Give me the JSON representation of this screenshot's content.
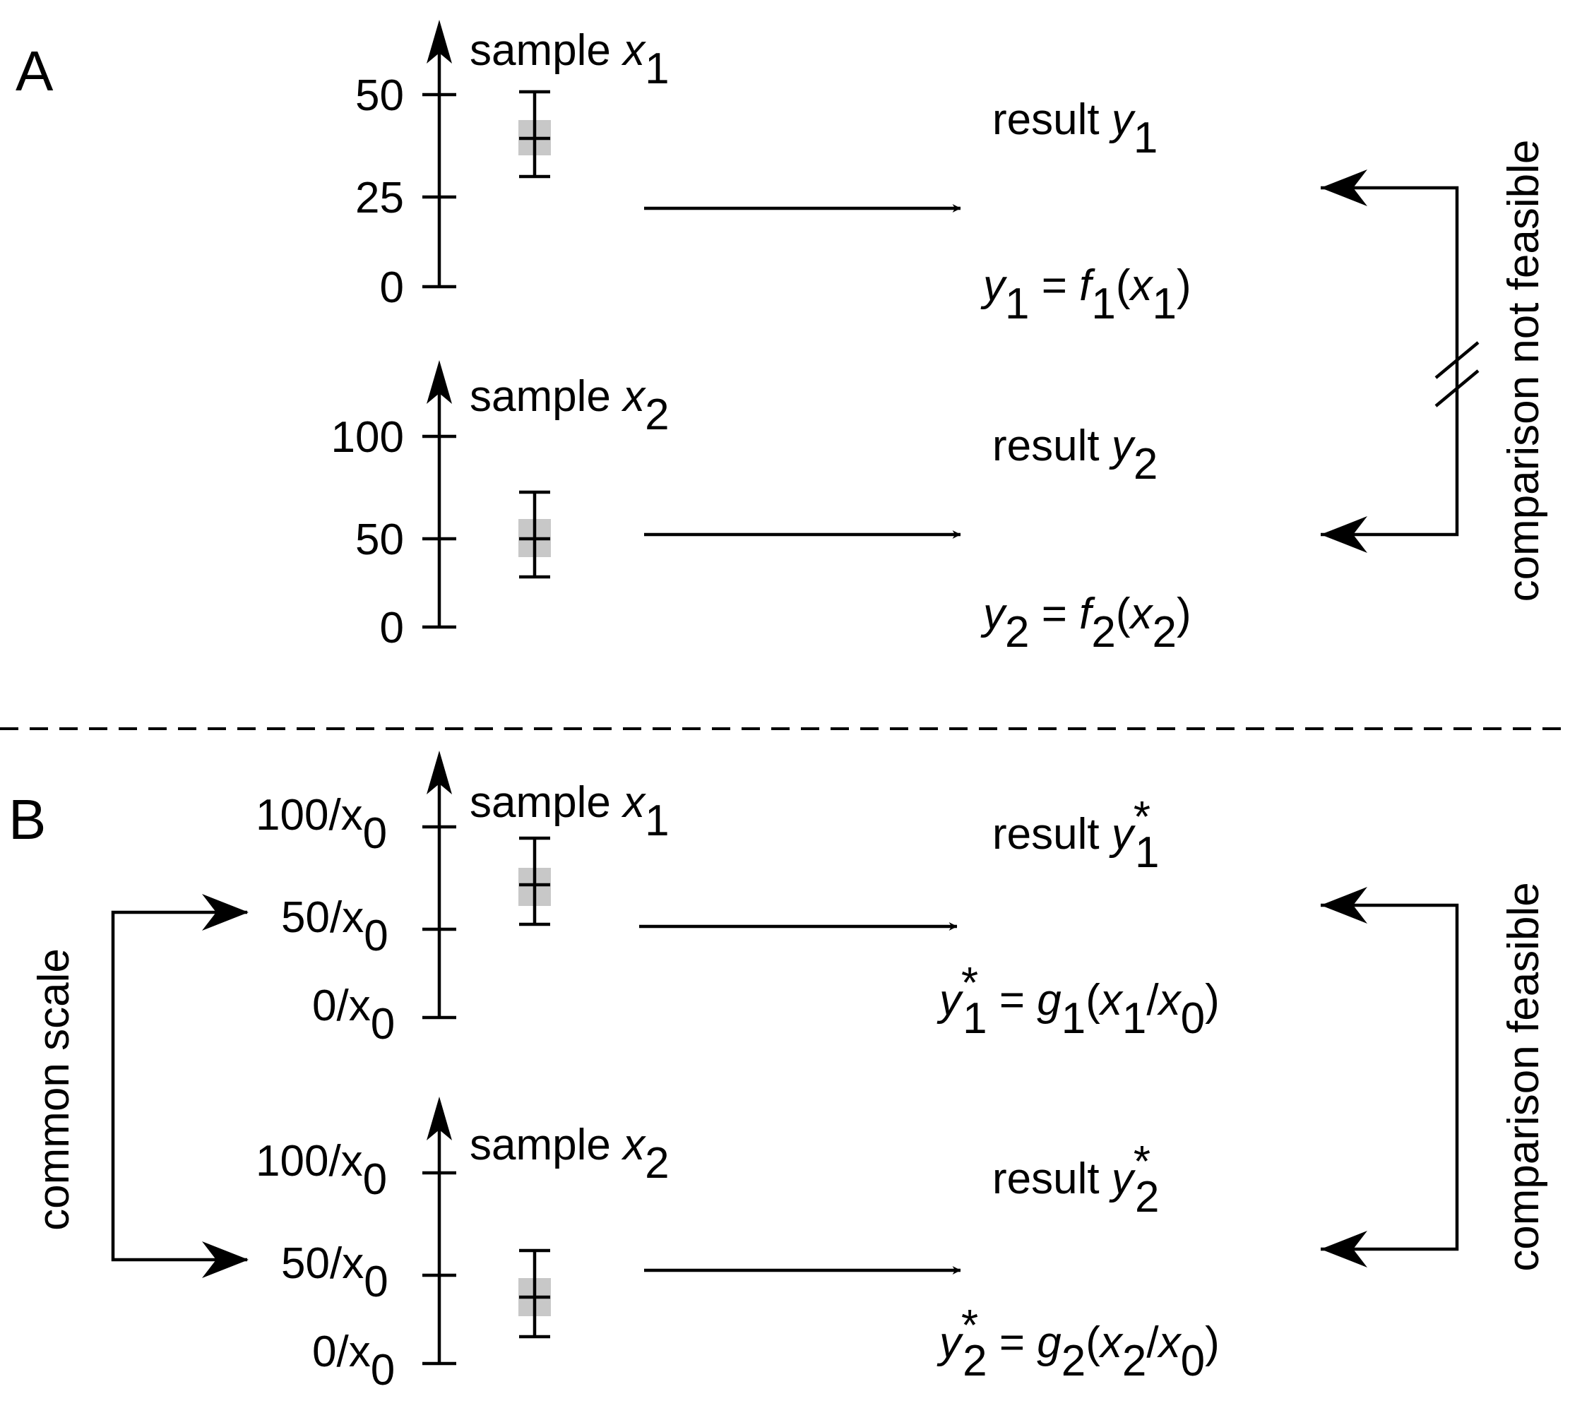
{
  "panels": {
    "a": {
      "letter": "A",
      "samples": [
        {
          "label": "sample ",
          "var": "x",
          "sub": "1",
          "ticks": [
            "50",
            "25",
            "0"
          ],
          "result_label": "result ",
          "result_var": "y",
          "result_sub": "1",
          "equation": {
            "lhs": "y",
            "lhs_sub": "1",
            "eq": " = ",
            "f": "f",
            "f_sub": "1",
            "open": "(",
            "arg": "x",
            "arg_sub": "1",
            "close": ")"
          }
        },
        {
          "label": "sample ",
          "var": "x",
          "sub": "2",
          "ticks": [
            "100",
            "50",
            "0"
          ],
          "result_label": "result ",
          "result_var": "y",
          "result_sub": "2",
          "equation": {
            "lhs": "y",
            "lhs_sub": "2",
            "eq": " = ",
            "f": "f",
            "f_sub": "2",
            "open": "(",
            "arg": "x",
            "arg_sub": "2",
            "close": ")"
          }
        }
      ],
      "comparison": "comparison not feasible"
    },
    "b": {
      "letter": "B",
      "samples": [
        {
          "label": "sample ",
          "var": "x",
          "sub": "1",
          "ticks": [
            {
              "n": "100/x",
              "s": "0"
            },
            {
              "n": "50/x",
              "s": "0"
            },
            {
              "n": "0/x",
              "s": "0"
            }
          ],
          "result_label": "result ",
          "result_var": "y",
          "result_sup": "*",
          "result_sub": "1",
          "equation": {
            "lhs": "y",
            "lhs_sup": "*",
            "lhs_sub": "1",
            "eq": " = ",
            "g": "g",
            "g_sub": "1",
            "open": "(",
            "arg": "x",
            "arg_sub": "1",
            "slash": "/",
            "arg2": "x",
            "arg2_sub": "0",
            "close": ")"
          }
        },
        {
          "label": "sample ",
          "var": "x",
          "sub": "2",
          "ticks": [
            {
              "n": "100/x",
              "s": "0"
            },
            {
              "n": "50/x",
              "s": "0"
            },
            {
              "n": "0/x",
              "s": "0"
            }
          ],
          "result_label": "result ",
          "result_var": "y",
          "result_sup": "*",
          "result_sub": "2",
          "equation": {
            "lhs": "y",
            "lhs_sup": "*",
            "lhs_sub": "2",
            "eq": " = ",
            "g": "g",
            "g_sub": "2",
            "open": "(",
            "arg": "x",
            "arg_sub": "2",
            "slash": "/",
            "arg2": "x",
            "arg2_sub": "0",
            "close": ")"
          }
        }
      ],
      "comparison": "comparison feasible",
      "common_scale": "common scale"
    }
  },
  "colors": {
    "line": "#000000",
    "shade": "#c8c8c8",
    "background": "#ffffff"
  }
}
